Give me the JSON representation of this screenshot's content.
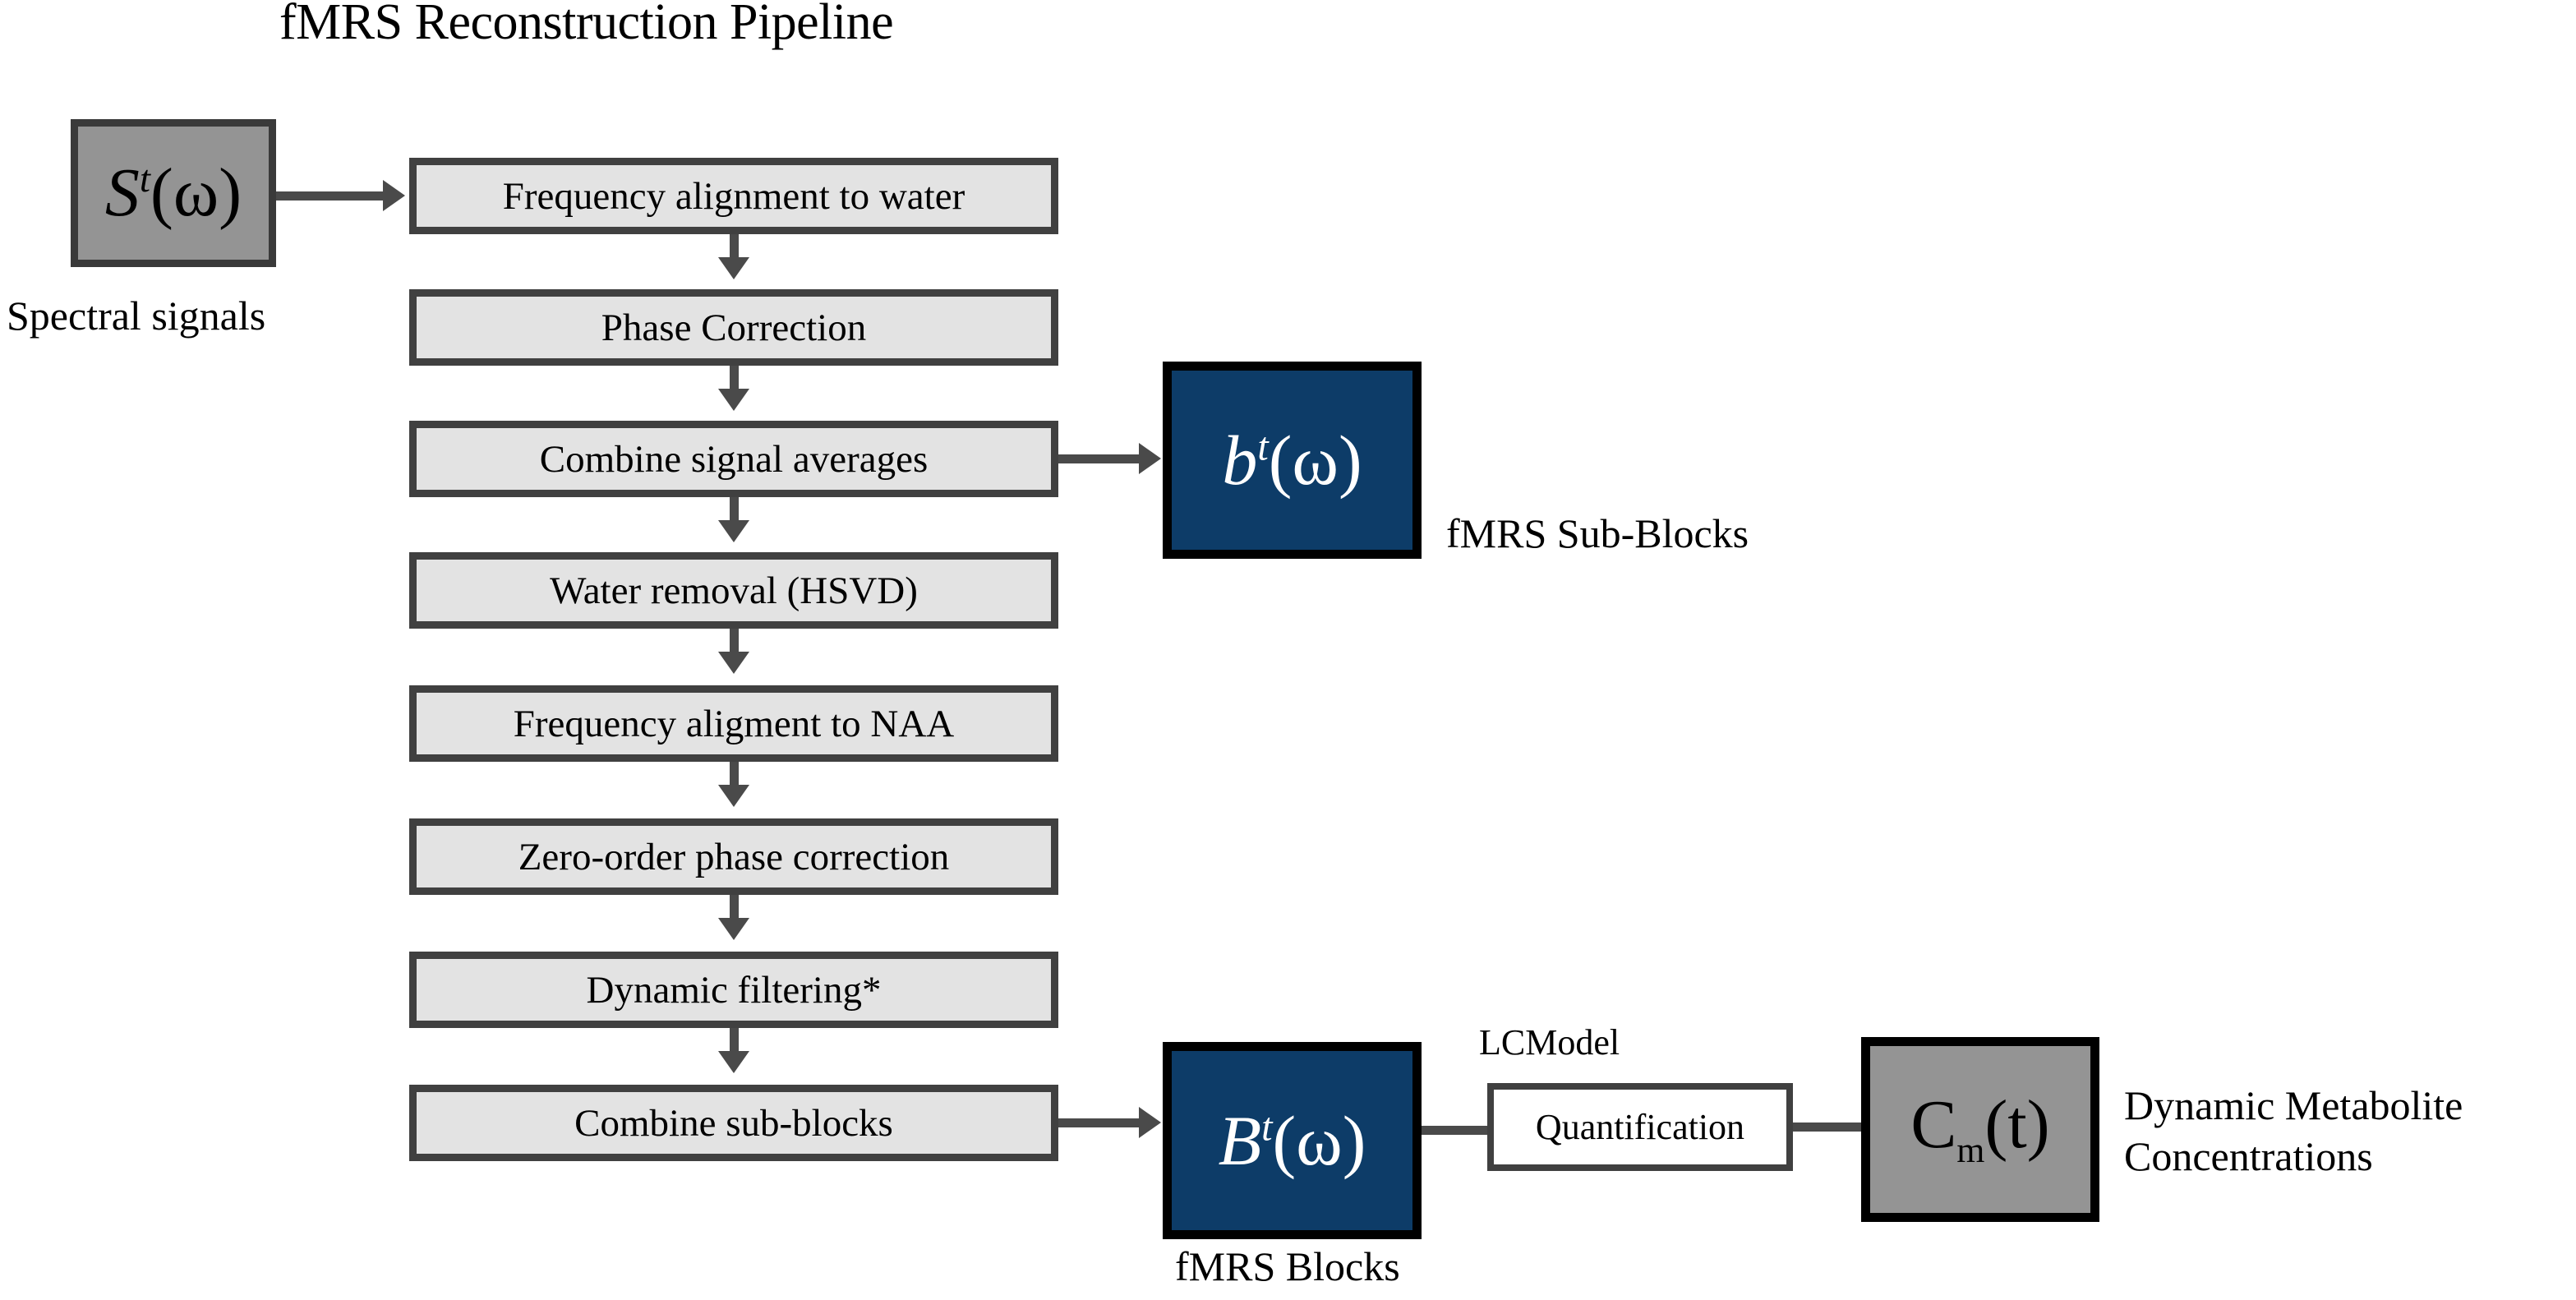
{
  "title": "fMRS Reconstruction Pipeline",
  "source": {
    "symbol_main": "S",
    "symbol_sup": "t",
    "symbol_arg": "(ω)",
    "caption": "Spectral signals"
  },
  "pipeline": {
    "steps": [
      {
        "id": "step-frequency-alignment-water",
        "label": "Frequency alignment to water"
      },
      {
        "id": "step-phase-correction",
        "label": "Phase Correction"
      },
      {
        "id": "step-combine-signal-averages",
        "label": "Combine signal averages"
      },
      {
        "id": "step-water-removal",
        "label": "Water removal (HSVD)"
      },
      {
        "id": "step-frequency-aligment-naa",
        "label": "Frequency aligment to NAA"
      },
      {
        "id": "step-zero-order-phase-correction",
        "label": "Zero-order phase correction"
      },
      {
        "id": "step-dynamic-filtering",
        "label": "Dynamic filtering*"
      },
      {
        "id": "step-combine-sub-blocks",
        "label": "Combine sub-blocks"
      }
    ]
  },
  "sub_blocks": {
    "symbol_main": "b",
    "symbol_sup": "t",
    "symbol_arg": "(ω)",
    "caption": "fMRS Sub-Blocks"
  },
  "blocks": {
    "symbol_main": "B",
    "symbol_sup": "t",
    "symbol_arg": "(ω)",
    "caption": "fMRS Blocks"
  },
  "quantification": {
    "title_above": "LCModel",
    "label": "Quantification"
  },
  "output": {
    "symbol_main": "C",
    "symbol_sub": "m",
    "symbol_arg": "(t)",
    "caption_line1": "Dynamic Metabolite",
    "caption_line2": "Concentrations"
  },
  "colors": {
    "process_fill": "#e3e3e3",
    "process_border": "#404040",
    "source_fill": "#949494",
    "block_blue": "#0d3c68",
    "connector": "#4a4a4a",
    "background": "#ffffff",
    "text": "#000000"
  }
}
